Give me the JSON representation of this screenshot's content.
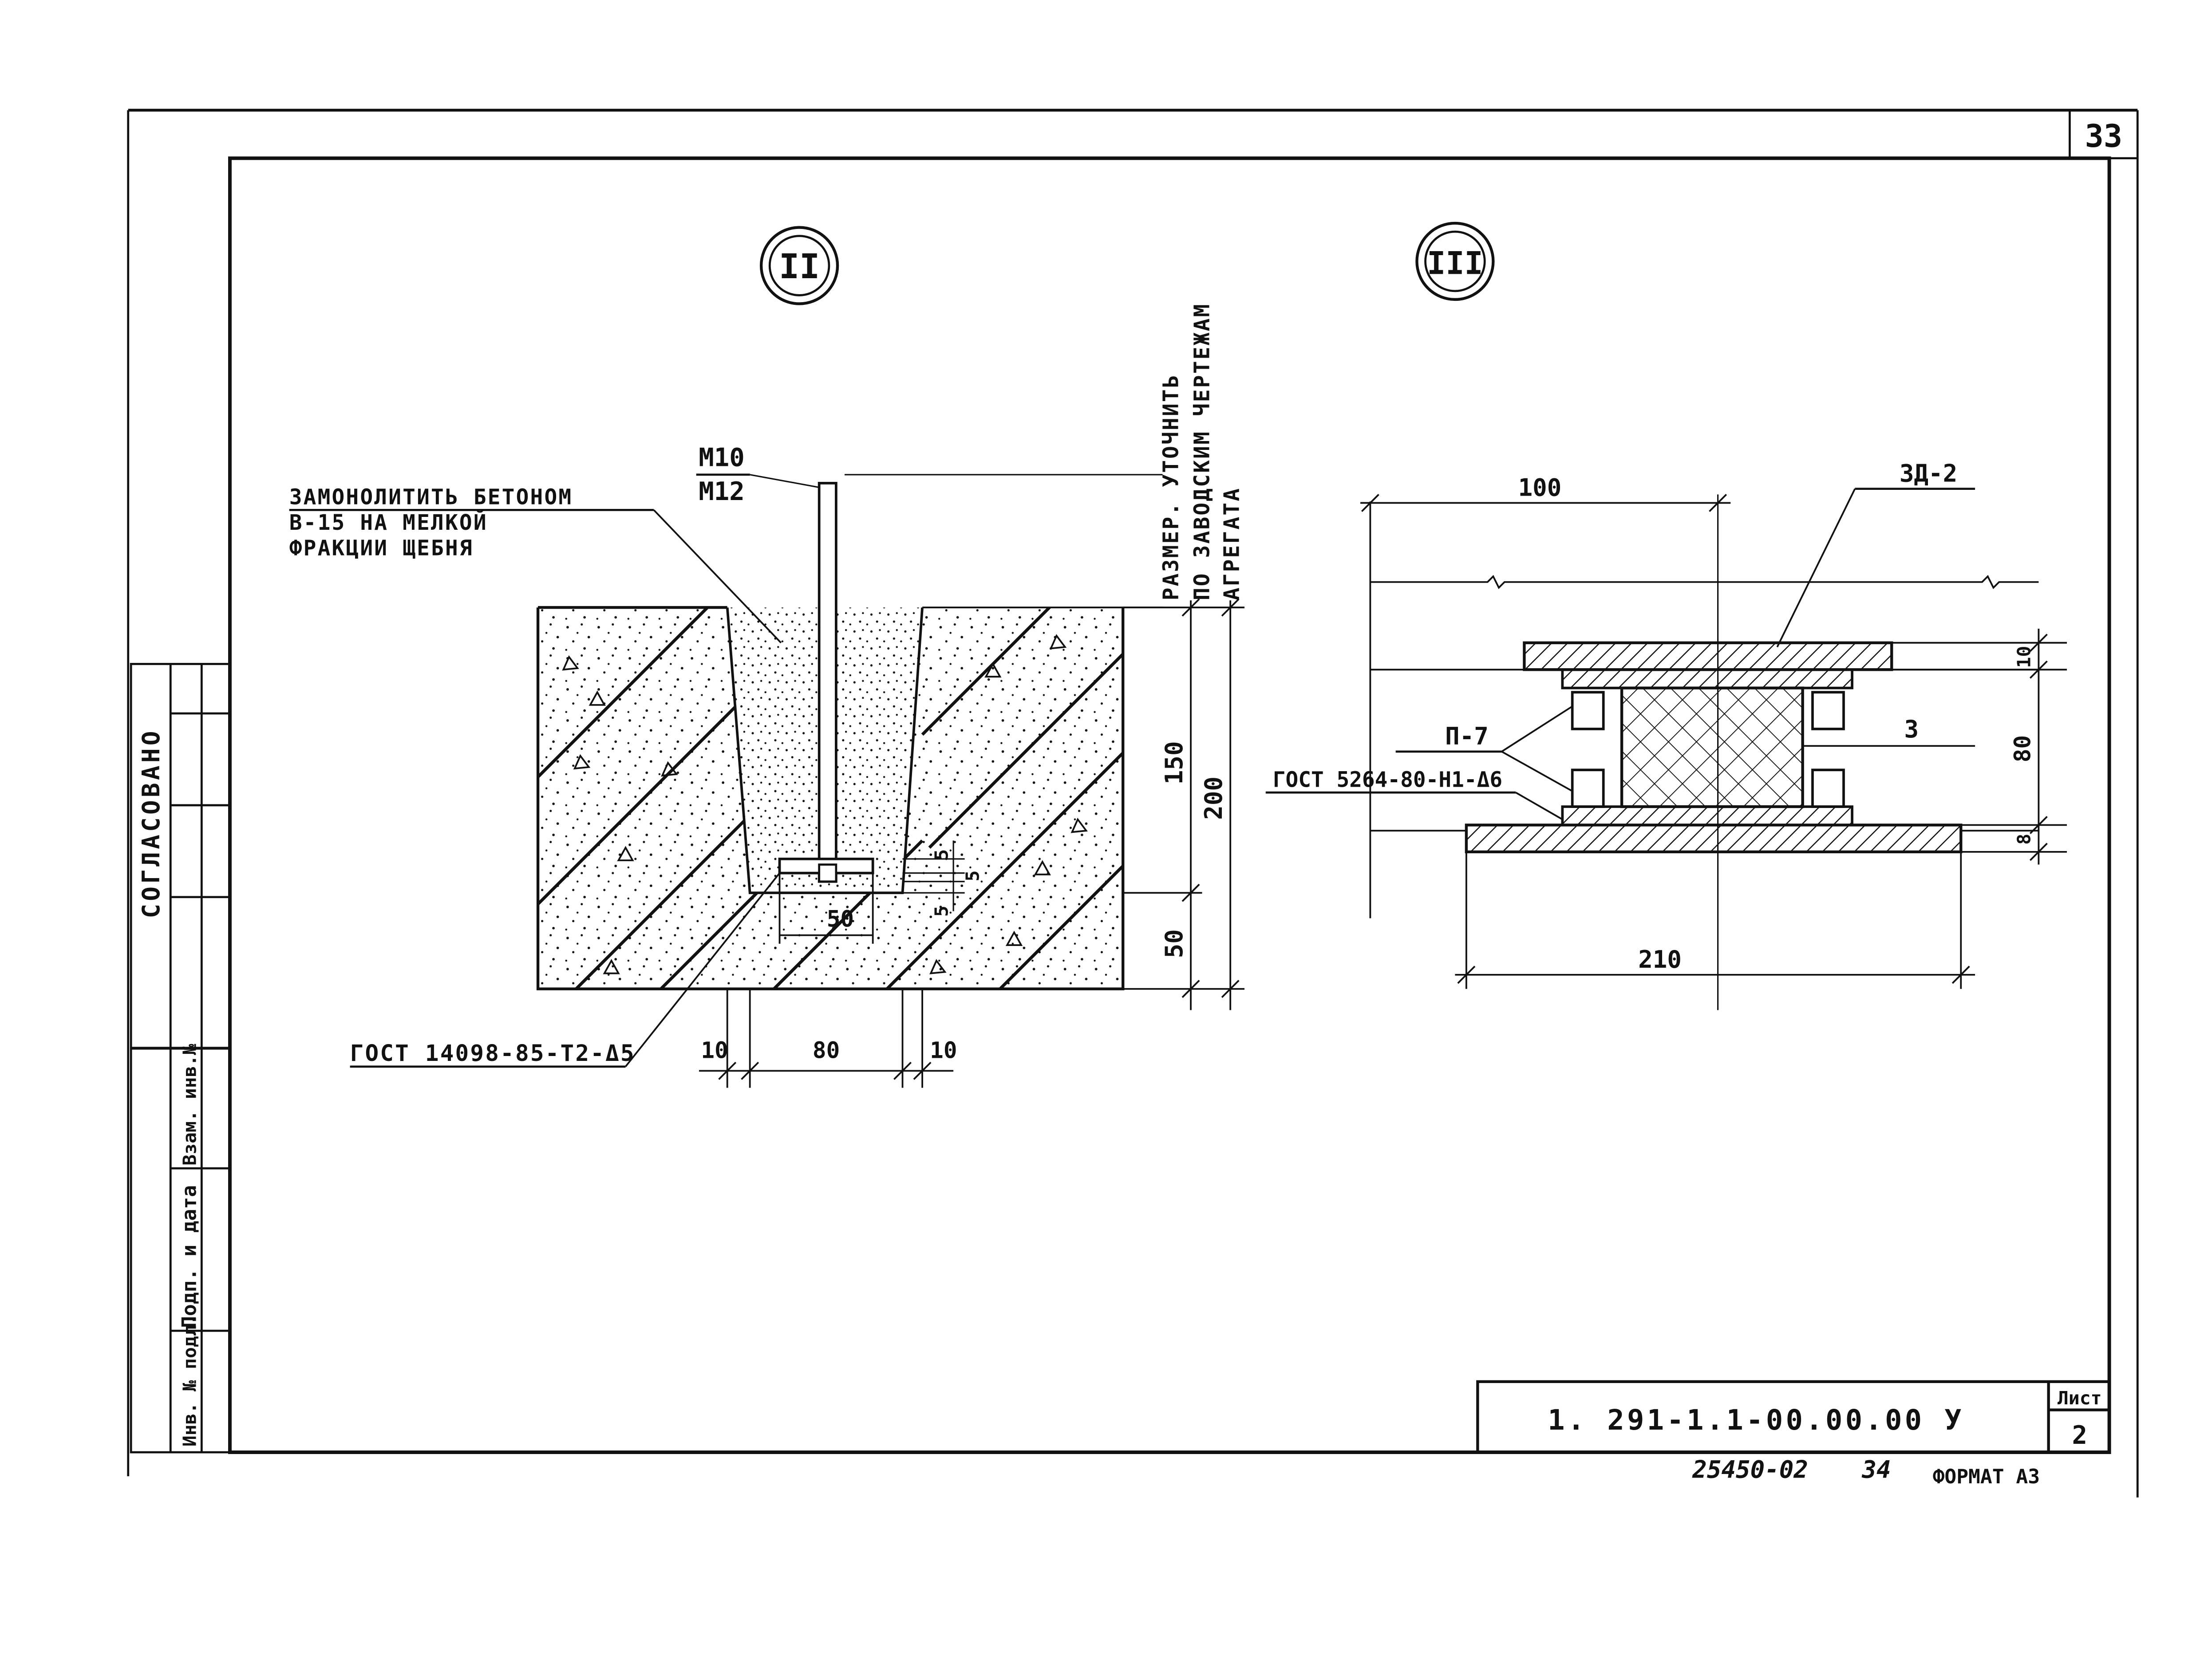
{
  "sheet": {
    "page_number": "33",
    "sheet_label": "Лист",
    "sheet_number": "2",
    "designation": "1. 291-1.1-00.00.00 У",
    "archive_number": "25450-02",
    "copy_number": "34",
    "format": "ФОРМАТ А3"
  },
  "side_stamp": {
    "agreed": "СОГЛАСОВАНО",
    "inv_no": "Инв. № подл.",
    "sign_date": "Подп. и дата",
    "replace_inv": "Взам. инв.№"
  },
  "detail_2": {
    "marker": "II",
    "bolt_top": "М10",
    "bolt_bottom": "М12",
    "note_line1": "ЗАМОНОЛИТИТЬ БЕТОНОМ",
    "note_line2": "В-15  НА  МЕЛКОЙ",
    "note_line3": "ФРАКЦИИ  ЩЕБНЯ",
    "size_note_line1": "РАЗМЕР.  УТОЧНИТЬ",
    "size_note_line2": "ПО ЗАВОДСКИМ ЧЕРТЕЖАМ",
    "size_note_line3": "АГРЕГАТА",
    "weld_note": "ГОСТ 14098-85-Т2-Δ5",
    "dim_150": "150",
    "dim_200": "200",
    "dim_50_right": "50",
    "dim_50_plate": "50",
    "dim_10_left": "10",
    "dim_80": "80",
    "dim_10_right": "10",
    "dim_5a": "5",
    "dim_5b": "5",
    "dim_5c": "5"
  },
  "detail_3": {
    "marker": "III",
    "part_zd2": "ЗД-2",
    "part_p7": "П-7",
    "part_3": "З",
    "weld_note": "ГОСТ 5264-80-Н1-Δ6",
    "dim_100": "100",
    "dim_210": "210",
    "dim_10": "10",
    "dim_80": "80",
    "dim_8": "8"
  }
}
